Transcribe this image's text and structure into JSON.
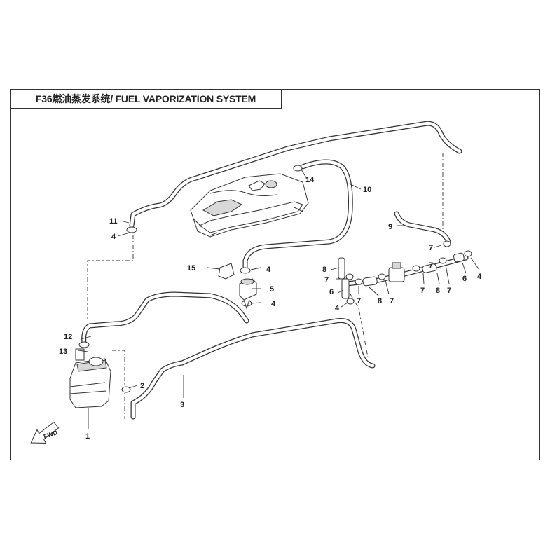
{
  "title": "F36燃油蒸发系统/ FUEL VAPORIZATION SYSTEM",
  "fwd_label": "FWD",
  "callouts": {
    "c1": "1",
    "c2": "2",
    "c3": "3",
    "c4a": "4",
    "c4b": "4",
    "c4c": "4",
    "c4d": "4",
    "c4e": "4",
    "c5": "5",
    "c6a": "6",
    "c6b": "6",
    "c7a": "7",
    "c7b": "7",
    "c7c": "7",
    "c7d": "7",
    "c7e": "7",
    "c7f": "7",
    "c8a": "8",
    "c8b": "8",
    "c8c": "8",
    "c9": "9",
    "c10": "10",
    "c11": "11",
    "c12": "12",
    "c13": "13",
    "c14": "14",
    "c15": "15"
  },
  "colors": {
    "line": "#333333",
    "background": "#ffffff",
    "fill_grey": "#d8d8d8"
  }
}
